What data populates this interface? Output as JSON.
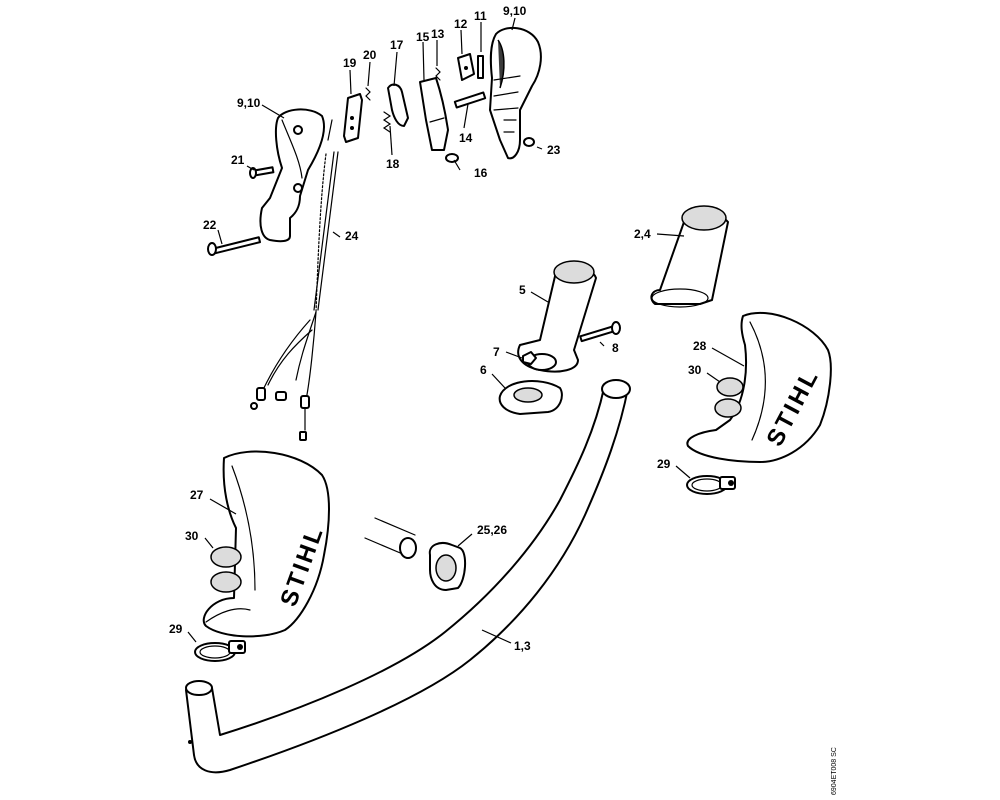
{
  "brand_logo_text": "STIHL",
  "drawing_reference": "6904ET008 SC",
  "callouts": {
    "c_9_10_top": "9,10",
    "c_11": "11",
    "c_12": "12",
    "c_13": "13",
    "c_15": "15",
    "c_17": "17",
    "c_20": "20",
    "c_19": "19",
    "c_9_10_left": "9,10",
    "c_21": "21",
    "c_22": "22",
    "c_24": "24",
    "c_18": "18",
    "c_14": "14",
    "c_16": "16",
    "c_23": "23",
    "c_2_4": "2,4",
    "c_5": "5",
    "c_7": "7",
    "c_8": "8",
    "c_6": "6",
    "c_28": "28",
    "c_30_right": "30",
    "c_29_right": "29",
    "c_27": "27",
    "c_30_left": "30",
    "c_29_left": "29",
    "c_25_26": "25,26",
    "c_1_3": "1,3"
  }
}
